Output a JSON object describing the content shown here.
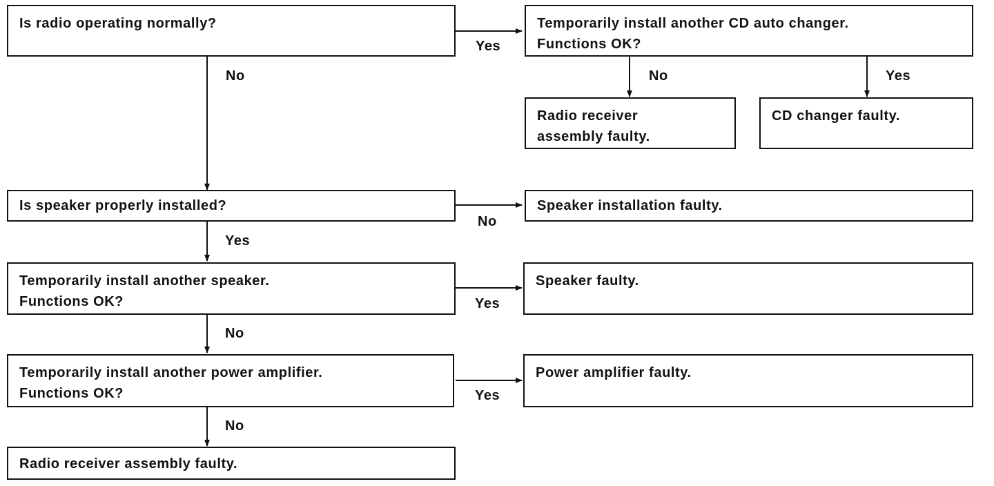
{
  "nodes": {
    "q_radio": {
      "lines": [
        "Is radio operating normally?"
      ]
    },
    "q_cd_changer": {
      "lines": [
        "Temporarily install another CD auto changer.",
        "Functions OK?"
      ]
    },
    "r_radio_receiver_1": {
      "lines": [
        "Radio receiver",
        "assembly faulty."
      ]
    },
    "r_cd_changer": {
      "lines": [
        "CD changer faulty."
      ]
    },
    "q_speaker_installed": {
      "lines": [
        "Is speaker properly installed?"
      ]
    },
    "r_speaker_installation": {
      "lines": [
        "Speaker installation faulty."
      ]
    },
    "q_speaker_swap": {
      "lines": [
        "Temporarily install another speaker.",
        "Functions OK?"
      ]
    },
    "r_speaker": {
      "lines": [
        "Speaker faulty."
      ]
    },
    "q_amp_swap": {
      "lines": [
        "Temporarily install another power amplifier.",
        "Functions OK?"
      ]
    },
    "r_amp": {
      "lines": [
        "Power amplifier faulty."
      ]
    },
    "r_radio_receiver_2": {
      "lines": [
        "Radio receiver assembly faulty."
      ]
    }
  },
  "edges": {
    "radio_to_cd": "Yes",
    "radio_to_speaker": "No",
    "cd_to_receiver": "No",
    "cd_to_changer": "Yes",
    "speaker_installed_no": "No",
    "speaker_installed_yes": "Yes",
    "speaker_swap_yes": "Yes",
    "speaker_swap_no": "No",
    "amp_swap_yes": "Yes",
    "amp_swap_no": "No"
  }
}
